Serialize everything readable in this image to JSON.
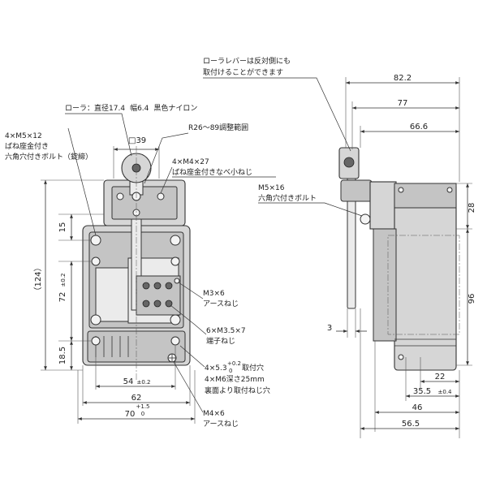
{
  "labels": {
    "roller_lever_note_1": "ローラレバーは反対側にも",
    "roller_lever_note_2": "取付けることができます",
    "roller_spec_prefix": "ローラ：直径",
    "roller_diameter": "17.4",
    "roller_width_prefix": "幅",
    "roller_width": "6.4",
    "roller_material": "黒色ナイロン",
    "bolt_m5x12": "4×M5×12",
    "bolt_m5x12_line2": "ばね座金付き",
    "bolt_m5x12_line3": "六角穴付きボルト（錠締）",
    "square_39": "□39",
    "r_range": "R26～89調整範囲",
    "screw_m4x27": "4×M4×27",
    "screw_m4x27_line2": "ばね座金付きなべ小ねじ",
    "bolt_m5x16": "M5×16",
    "bolt_m5x16_line2": "六角穴付きボルト",
    "m3x6": "M3×6",
    "m3x6_line2": "アースねじ",
    "terminal": "6×M3.5×7",
    "terminal_line2": "端子ねじ",
    "mount_holes": "4×5.3",
    "mount_holes_tol_plus": "+0.2",
    "mount_holes_tol_minus": "0",
    "mount_holes_suffix": "取付穴",
    "mount_m6": "4×M6深さ25mm",
    "mount_back": "裏面より取付ねじ穴",
    "m4x6": "M4×6",
    "m4x6_line2": "アースねじ"
  },
  "dimensions": {
    "d_82_2": "82.2",
    "d_77": "77",
    "d_66_6": "66.6",
    "d_28": "28",
    "d_96": "96",
    "d_3": "3",
    "d_22": "22",
    "d_35_5": "35.5",
    "d_35_5_tol": "±0.4",
    "d_46": "46",
    "d_56_5": "56.5",
    "d_124": "（124）",
    "d_72": "72",
    "d_72_tol": "±0.2",
    "d_15": "15",
    "d_18_5": "18.5",
    "d_54": "54",
    "d_54_tol": "±0.2",
    "d_62": "62",
    "d_70": "70",
    "d_70_tol_plus": "+1.5",
    "d_70_tol_minus": "0"
  }
}
